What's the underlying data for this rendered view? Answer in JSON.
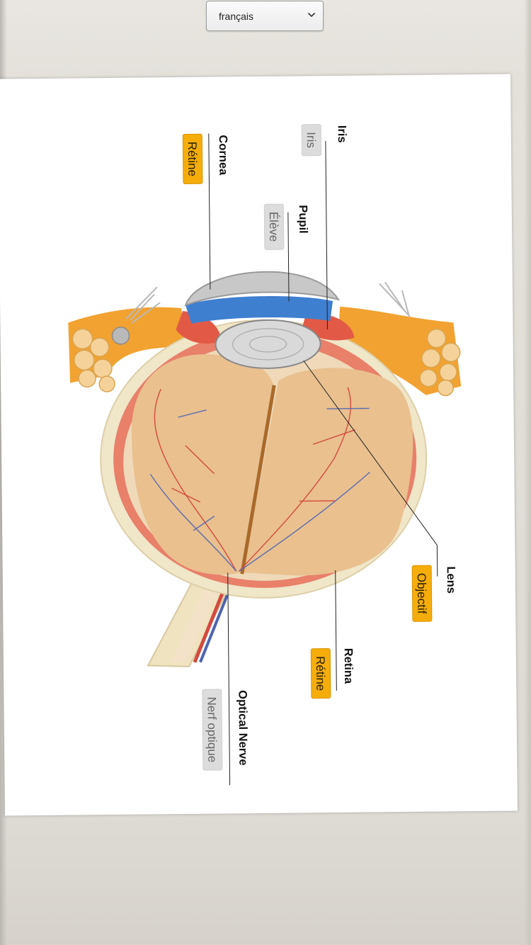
{
  "language_select": {
    "value": "français"
  },
  "labels": {
    "iris": "Iris",
    "cornea": "Cornea",
    "pupil": "Pupil",
    "lens": "Lens",
    "retina": "Retina",
    "optical_nerve": "Optical Nerve"
  },
  "answers": [
    {
      "target": "iris",
      "text": "Iris",
      "state": "grey"
    },
    {
      "target": "cornea",
      "text": "Rétine",
      "state": "orange"
    },
    {
      "target": "pupil",
      "text": "Élève",
      "state": "grey"
    },
    {
      "target": "lens",
      "text": "Objectif",
      "state": "orange"
    },
    {
      "target": "retina",
      "text": "Rétine",
      "state": "orange"
    },
    {
      "target": "optical_nerve",
      "text": "Nerf optique",
      "state": "grey"
    }
  ],
  "colors": {
    "answer_orange": "#f5ad0c",
    "answer_grey": "#dcdcdc",
    "sclera": "#f0e6c8",
    "choroid": "#e8806a",
    "vitreous": "#e9c08e"
  },
  "icons": [
    "chevron-down-icon"
  ]
}
